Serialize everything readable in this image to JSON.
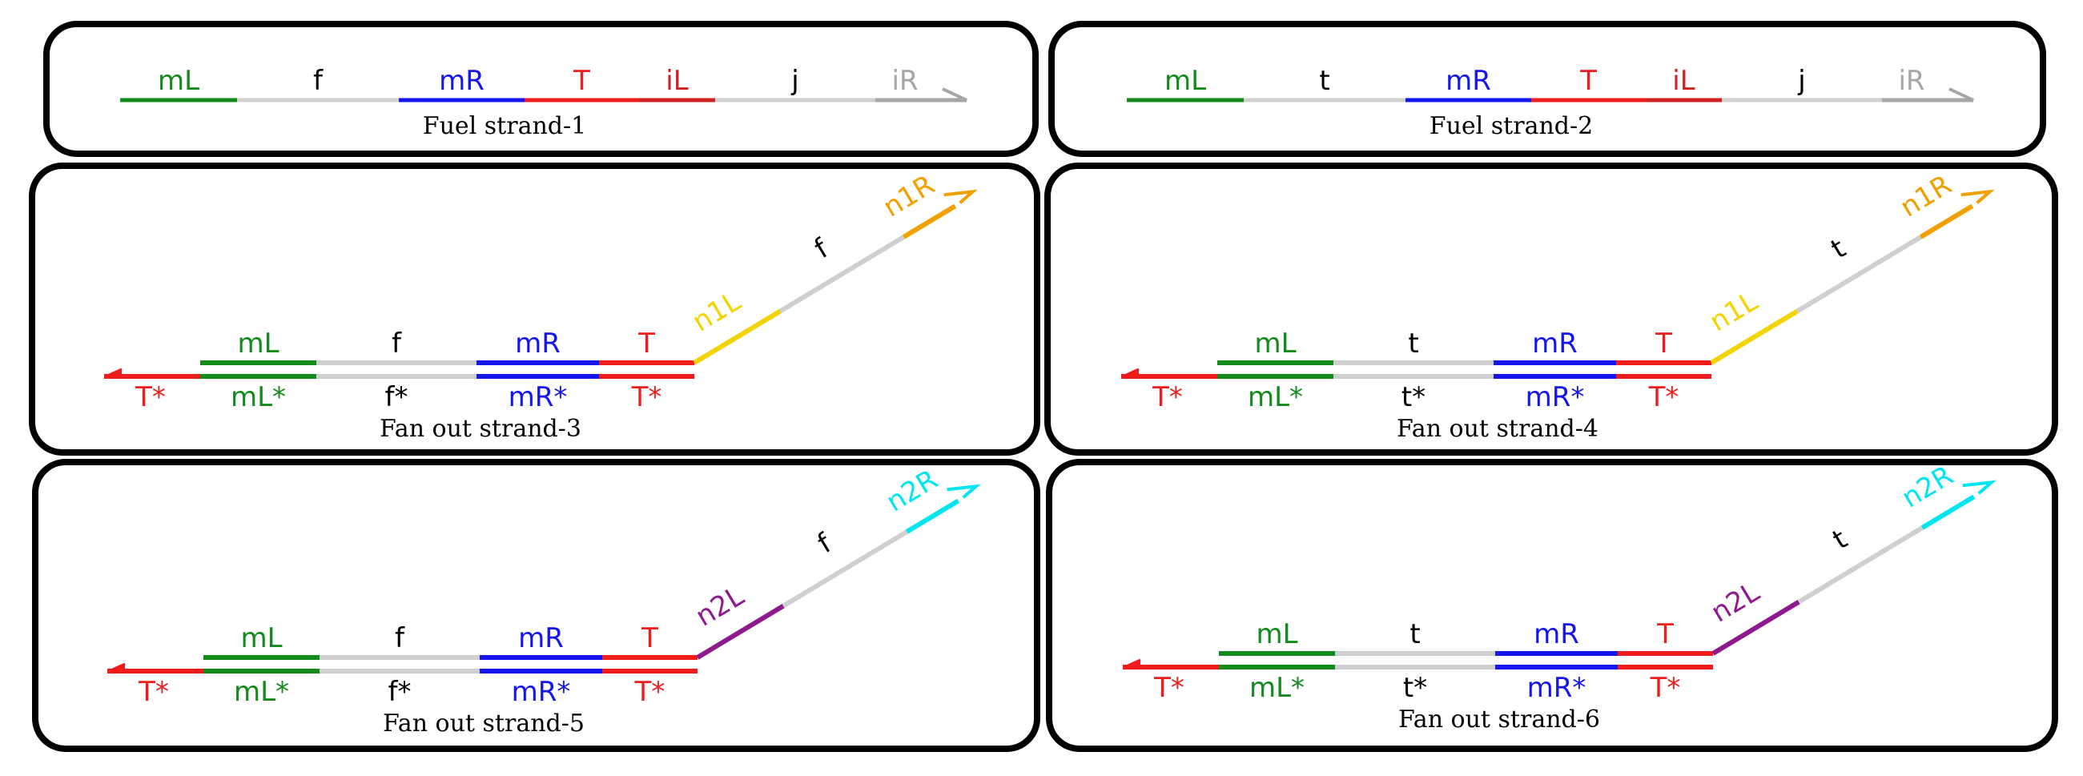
{
  "colors": {
    "mL": "#138a1b",
    "mR": "#1515ee",
    "T": "#ee1c1c",
    "iL": "#cc2222",
    "iR": "#a6a6a6",
    "dark": "#000000",
    "linker": "#cfcfcf",
    "n1L": "#f2d400",
    "n1R": "#f0a000",
    "n2L": "#8e1a8e",
    "n2R": "#00e5ee"
  },
  "panels": [
    {
      "caption": "Fuel strand-1",
      "segments": [
        "mL",
        "f",
        "mR",
        "T",
        "iL",
        "j",
        "iR"
      ]
    },
    {
      "caption": "Fuel strand-2",
      "segments": [
        "mL",
        "t",
        "mR",
        "T",
        "iL",
        "j",
        "iR"
      ]
    },
    {
      "caption": "Fan out strand-3",
      "top": [
        "mL",
        "f",
        "mR",
        "T"
      ],
      "bottom": [
        "T*",
        "mL*",
        "f*",
        "mR*",
        "T*"
      ],
      "branch": [
        "n1L",
        "f",
        "n1R"
      ]
    },
    {
      "caption": "Fan out strand-4",
      "top": [
        "mL",
        "t",
        "mR",
        "T"
      ],
      "bottom": [
        "T*",
        "mL*",
        "t*",
        "mR*",
        "T*"
      ],
      "branch": [
        "n1L",
        "t",
        "n1R"
      ]
    },
    {
      "caption": "Fan out strand-5",
      "top": [
        "mL",
        "f",
        "mR",
        "T"
      ],
      "bottom": [
        "T*",
        "mL*",
        "f*",
        "mR*",
        "T*"
      ],
      "branch": [
        "n2L",
        "f",
        "n2R"
      ]
    },
    {
      "caption": "Fan out strand-6",
      "top": [
        "mL",
        "t",
        "mR",
        "T"
      ],
      "bottom": [
        "T*",
        "mL*",
        "t*",
        "mR*",
        "T*"
      ],
      "branch": [
        "n2L",
        "t",
        "n2R"
      ]
    }
  ]
}
